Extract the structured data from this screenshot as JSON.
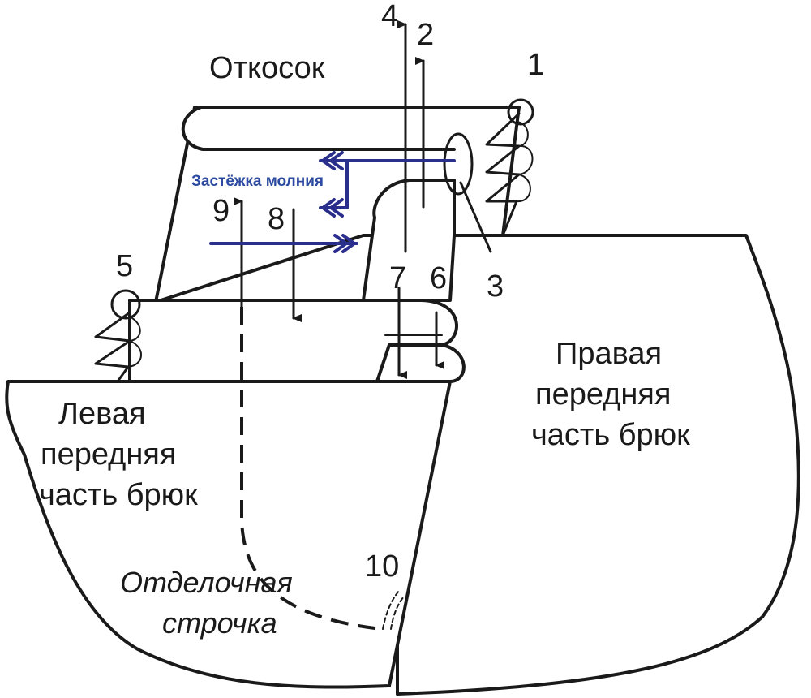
{
  "labels": {
    "otkosok": "Откосок",
    "zipper": "Застёжка молния",
    "right_front": [
      "Правая",
      "передняя",
      "часть брюк"
    ],
    "left_front": [
      "Левая",
      "передняя",
      "часть брюк"
    ],
    "finishing_stitch": [
      "Отделочная",
      "строчка"
    ]
  },
  "numbers": {
    "n1": "1",
    "n2": "2",
    "n3": "3",
    "n4": "4",
    "n5": "5",
    "n6": "6",
    "n7": "7",
    "n8": "8",
    "n9": "9",
    "n10": "10"
  },
  "colors": {
    "outline": "#1a1a1a",
    "zipper_arrows": "#2b2f8c",
    "zipper_text": "#2b4aa0"
  }
}
